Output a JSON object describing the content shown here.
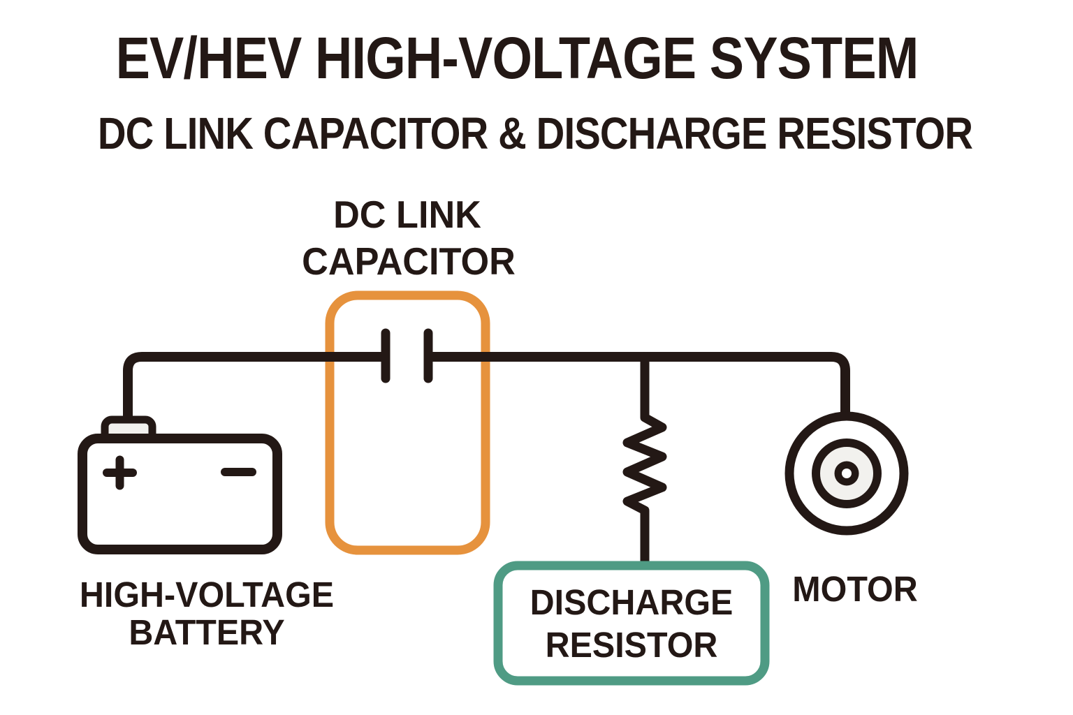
{
  "colors": {
    "ink": "#231815",
    "orange": "#E6923D",
    "teal": "#4F9B84",
    "light": "#F2F1EE",
    "background": "#FFFFFF"
  },
  "header": {
    "title": "EV/HEV HIGH-VOLTAGE SYSTEM",
    "subtitle": "DC LINK CAPACITOR & DISCHARGE RESISTOR"
  },
  "diagram": {
    "capacitor": {
      "label_line1": "DC LINK",
      "label_line2": "CAPACITOR",
      "box_color": "#E6923D"
    },
    "battery": {
      "label_line1": "HIGH-VOLTAGE",
      "label_line2": "BATTERY",
      "positive_symbol": "+",
      "negative_symbol": "−"
    },
    "resistor": {
      "label_line1": "DISCHARGE",
      "label_line2": "RESISTOR",
      "box_color": "#4F9B84"
    },
    "motor": {
      "label": "MOTOR"
    }
  }
}
